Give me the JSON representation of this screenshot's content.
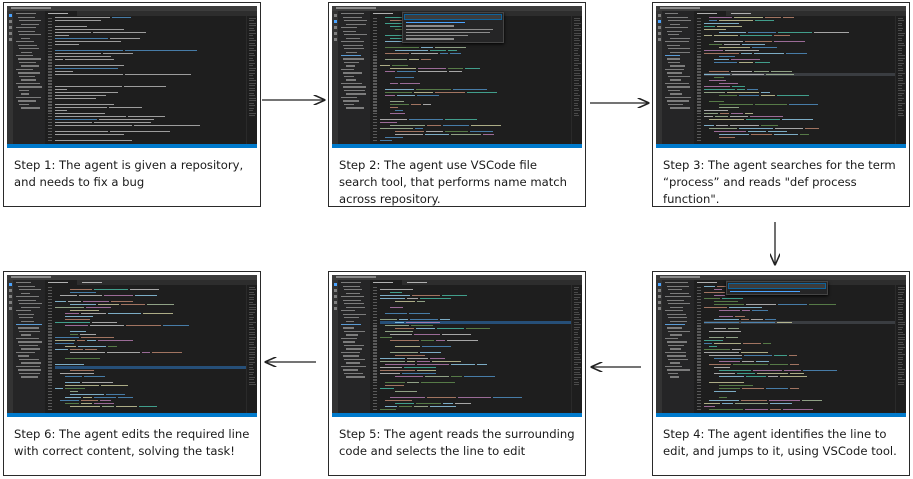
{
  "steps": [
    {
      "caption": "Step 1:  The agent is given a repository, and needs to fix a bug"
    },
    {
      "caption": "Step 2:  The agent use VSCode file search tool, that performs name match across repository."
    },
    {
      "caption": "Step 3:  The agent searches for the term “process” and reads \"def process function\"."
    },
    {
      "caption": "Step 4:  The agent identifies the line to edit, and jumps to it, using VSCode tool."
    },
    {
      "caption": "Step 5:  The agent reads the surrounding code and selects the line to edit"
    },
    {
      "caption": "Step 6:  The agent edits the required line with correct content, solving the task!"
    }
  ],
  "colors": {
    "editor_bg": "#1e1e1e",
    "sidebar_bg": "#252526",
    "activity_bg": "#333333",
    "status_bar": "#007acc",
    "selection": "#264f78",
    "arrow": "#222222"
  }
}
